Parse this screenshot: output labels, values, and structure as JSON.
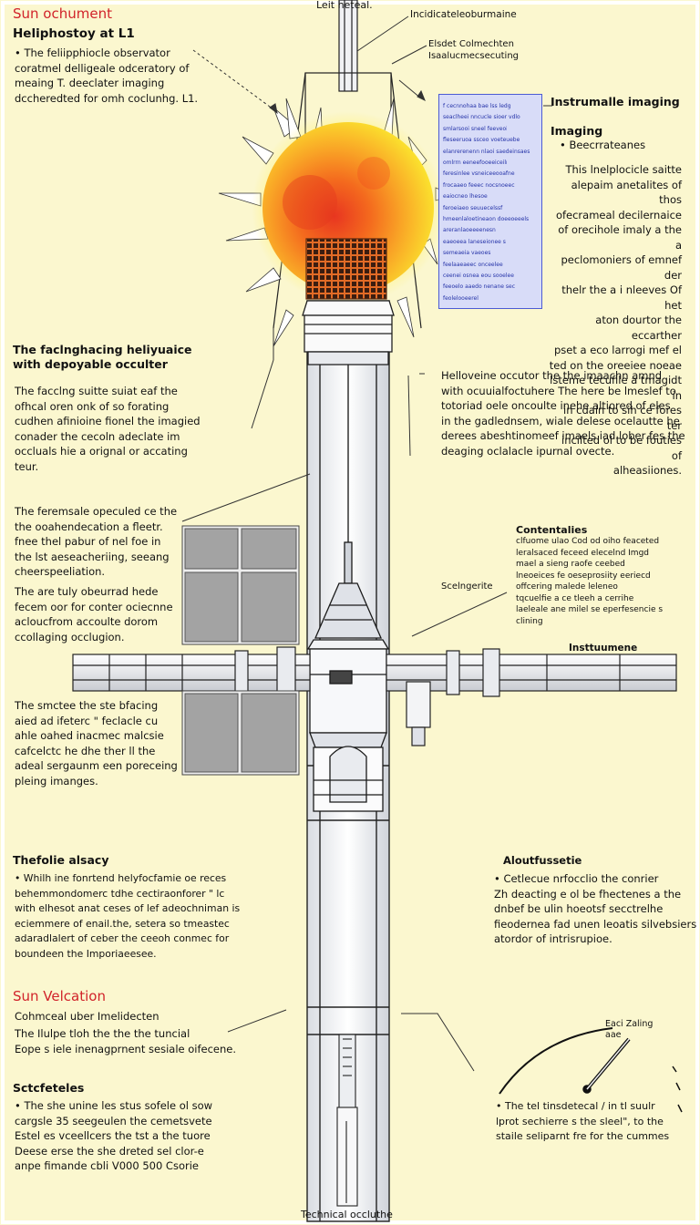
{
  "top_label": "Leit heteal.",
  "bottom_label": "Technical occluthe",
  "left": {
    "title_red": "Sun ochument",
    "subtitle": "Heliphostoy at L1",
    "intro": "• The feliipphiocle observator\ncoratmel delligeale odceratory of\nmeaing   T.  deeclater imaging\ndccheredted for omh coclunhg. L1.",
    "section2_head": "The faclnghacing heliyuaice\n      with depoyable occulter",
    "section2_body": "The facclng suitte suiat eaf the\nofhcal oren onk of so forating\ncudhen afinioine fionel the imagied\nconader  the cecoln adeclate im\noccluals hie a orignal or accating\nteur.",
    "section3_body": "The feremsale opeculed ce the\nthe ooahendecation a fleetr.\nfnee thel pabur of nel foe in\nthe lst aeseacheriing, seeang\ncheerspeeliation.",
    "section4_body": "The are tuly obeurrad hede\nfecem oor for conter ociecnne\nacloucfrom accoulte dorom\nccollaging occlugion.",
    "section5_body": "The smctee the  ste bfacing\naied ad ifeterc  \" feclacle cu\nahle oahed    inacmec malcsie\ncafcelctc he dhe  ther ll the\nadeal sergaunm een poreceing\npleing imanges.",
    "section6_head": "Thefolie alsacy",
    "section6_body": "• Whilh   ine fonrtend  helyfocfamie oe reces\nbehemmondomerc   tdhe  cectiraonforer \"  lc\nwith elhesot anat ceses of lef adeochniman is\neciemmere of  enail.the, setera  so  tmeastec\nadaradlalert  of  ceber  the  ceeoh  conmec for\nboundeen   the   Imporiaeesee.",
    "title_red2": "Sun Velcation",
    "section7_sub": "Cohmceal uber Imelidecten",
    "section7_body": "The  Ilulpe   tloh   the   the   the   tuncial\nEope s iele inenagprnent sesiale oifecene.",
    "section8_head": "Sctcfeteles",
    "section8_body": "• The she unine les stus  sofele  ol sow\ncargsle  35  seegeulen the cemetsvete\nEstel es vceellcers   the  tst a  the  tuore\nDeese  erse  the  she  dreted  sel  clor-e\nanpe fimande cbli  V000 500    Csorie"
  },
  "right": {
    "callout_top": "Incidicateleoburmaine",
    "callout_second": "Elsdet  Colmechten\nIsaalucmecsecuting",
    "instr_head": "Instrumalle imaging",
    "imaging_head": "Imaging",
    "imaging_bullet": "• Beecrrateanes",
    "imaging_body": "This  lnelplocicle  saitte\nalepaim anetalites of thos\nofecrameal  decilernaice\nof  orecihole  imaly a the a\npeclomoniers  of emnef der\nthelr the a i nleeves Of het\naton dourtor the eccarther\npset  a  eco  larrogi  mef  el\nted  on  the  oreeiee  noeae\nlsteme tecufile a tmagidt in\nin  cdain  to  sih  ce  fores  ter\nincilted ol to be fouties of\nalheasiiones.",
    "occulter_body": "Helloveine occutor    the    the    imaachn   amnd\nwith ocuuialfoctuhere  The here be lmeslef to\ntotoriad oele oncoulte inehe altiored of eles\nin the gadlednsem, wiale delese ocelautte he\nderees abeshtinomeef imaels iad lober fes the\ndeaging oclalacle ipurnal ovecte.",
    "cont_head": "Contentalies",
    "cont_body": "clfuome  ulao  Cod od oiho feaceted\nleralsaced feceed elecelnd Imgd\nmael a sieng  raofe  ceebed\nlneoeices fe oeseprosiity eeriecd\noffcering  malede leleneo\ntqcuelfie a  ce tleeh a  cerrihe\nlaeleale ane milel se eperfesencie s\nclining",
    "sideinfo_label": "Scelngerite",
    "instrument_label": "Insttuumene",
    "abe_head": "Aloutfussetie",
    "abe_body": "•  Cetlecue  nrfocclio   the  conrier\nZh deacting e  ol  be  fhectenes  a  the\ndnbef  be  ulin  hoeotsf  secctrelhe\nfieodernea fad unen leoatis silvebsiers\natordor of intrisrupioe.",
    "gauge_label": "Eaci  Zaling\n          aae",
    "gauge_bullet": "• The  tel   tinsdetecal / in  tl  suulr\nlprot   sechierre s  the  sleel\",  to  the\nstaile seliparnt fre for the cummes"
  },
  "panel_lines": [
    "f cecnnohaa bae lss ledg",
    "seaclheei nncucle sioer vdlo",
    "smlarsooi sneel feeveoi ddoes",
    "fleseeruoa ssceo voeteuebe",
    "elanrerenenn nlaoi  saedeinsaes",
    "omlrrn eeneefooeeiceiln",
    "feresinlee vsneiceeooafne",
    "frocaaeo feeec nocsnoeec",
    "eaiocneo lhesoe",
    "feroeiaeo seuuecelssf",
    "hmeenlaloetineaon doeeoeeels",
    "areranlaoeeeenesn",
    "eaeoeea laneseionee s",
    "semeaeia vaeoes",
    "feelaaeaeec onceelee",
    "ceenei osnea eou sooelee",
    "feeoelo aaedo nenane sec",
    "feolelooeerel"
  ],
  "colors": {
    "background": "#fbf7cf",
    "accent_red": "#d1232a",
    "panel_fill": "#d8dcf8",
    "panel_border": "#4c5bd4",
    "sun_core": "#ef3a1a",
    "sun_outer": "#fbe42e",
    "grid_orange": "#e8702a",
    "solar_panel": "#a3a3a3",
    "frame_line": "#202020"
  }
}
